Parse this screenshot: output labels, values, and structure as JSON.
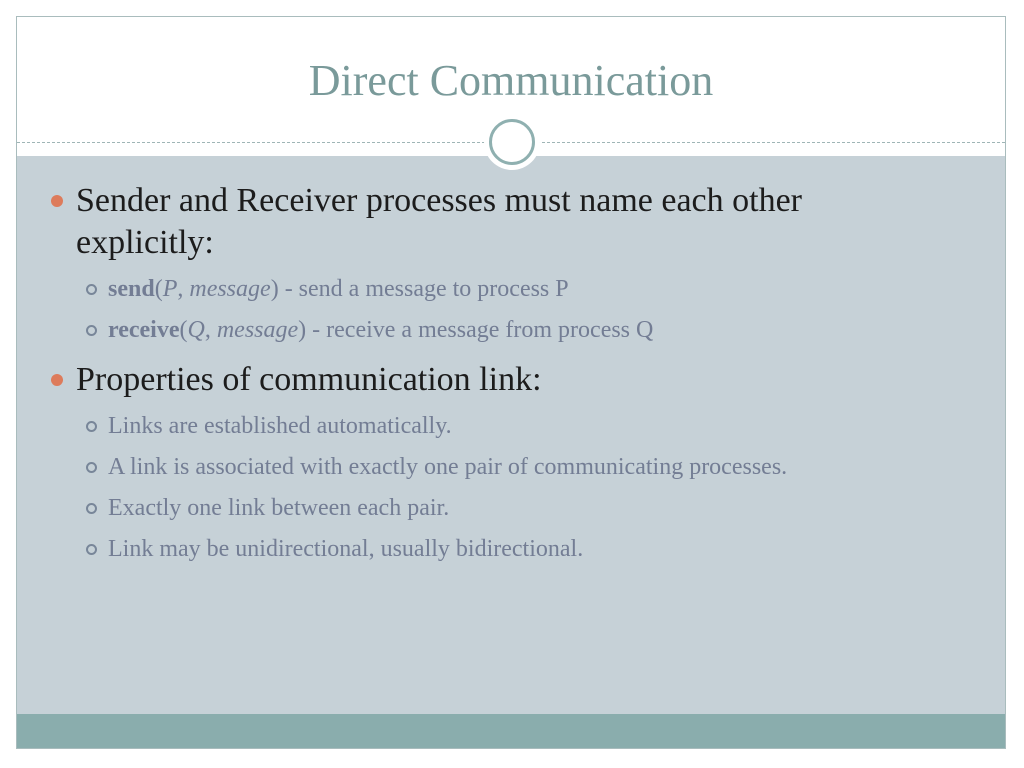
{
  "slide": {
    "title": "Direct Communication",
    "bullets": [
      {
        "text": "Sender and Receiver processes must name each other explicitly:",
        "sub": [
          {
            "fn": "send",
            "open": "(",
            "arg1": "P",
            "sep": ", ",
            "arg2": "message",
            "close": ")",
            "desc": " - send a message to process P"
          },
          {
            "fn": "receive",
            "open": "(",
            "arg1": "Q",
            "sep": ", ",
            "arg2": "message",
            "close": ")",
            "desc": " - receive a message from process Q"
          }
        ]
      },
      {
        "text": "Properties of communication link:",
        "sub": [
          {
            "text": "Links are established automatically."
          },
          {
            "text": "A link is associated with exactly one pair of communicating processes."
          },
          {
            "text": "Exactly one link between each pair."
          },
          {
            "text": "Link may be unidirectional, usually bidirectional."
          }
        ]
      }
    ]
  },
  "colors": {
    "title": "#7a9a9a",
    "content_bg": "#c6d1d7",
    "footer_bar": "#8aadad",
    "bullet_primary": "#dd7b5b",
    "subtext": "#737d94"
  }
}
